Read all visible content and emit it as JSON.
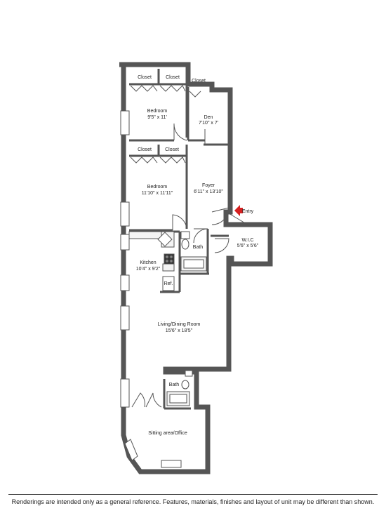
{
  "rooms": {
    "closet_1": "Closet",
    "closet_2": "Closet",
    "closet_3": "Closet",
    "closet_4": "Closet",
    "closet_5": "Closet",
    "bedroom_1_name": "Bedroom",
    "bedroom_1_dims": "9'5\" x 11'",
    "den_name": "Den",
    "den_dims": "7'10\" x 7'",
    "bedroom_2_name": "Bedroom",
    "bedroom_2_dims": "11'10\" x 11'11\"",
    "foyer_name": "Foyer",
    "foyer_dims": "6'11\" x 13'10\"",
    "entry": "Entry",
    "wic_name": "W.I.C",
    "wic_dims": "5'6\" x 5'6\"",
    "bath_1": "Bath",
    "kitchen_name": "Kitchen",
    "kitchen_dims": "10'4\" x 9'2\"",
    "ref": "Ref.",
    "living_name": "Living/Dining Room",
    "living_dims": "15'6\" x 18'5\"",
    "bath_2": "Bath",
    "sitting": "Sitting area/Office"
  },
  "colors": {
    "wall": "#555555",
    "wall_fill": "#e9e9e9",
    "entry_arrow": "#d62020"
  },
  "footer": {
    "disclaimer": "Renderings are intended only as a general reference. Features, materials, finishes and layout of unit may be different than shown."
  }
}
